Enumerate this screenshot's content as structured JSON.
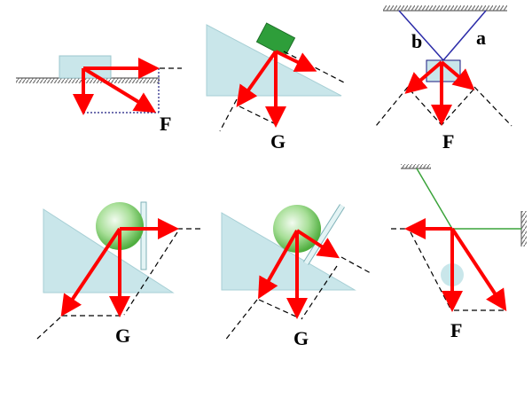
{
  "colors": {
    "force_arrow": "#ff0000",
    "incline_fill": "#c9e6ea",
    "block_green": "#2e9e3a",
    "rope_blue": "#2b2ba8",
    "rope_green": "#3aa33a",
    "ground": "#888888",
    "dashed": "#000000"
  },
  "panels": {
    "p1": {
      "label": "F"
    },
    "p2": {
      "label": "G"
    },
    "p3": {
      "label": "F",
      "rope_a": "a",
      "rope_b": "b"
    },
    "p4": {
      "label": "G"
    },
    "p5": {
      "label": "G"
    },
    "p6": {
      "label": "F"
    }
  }
}
